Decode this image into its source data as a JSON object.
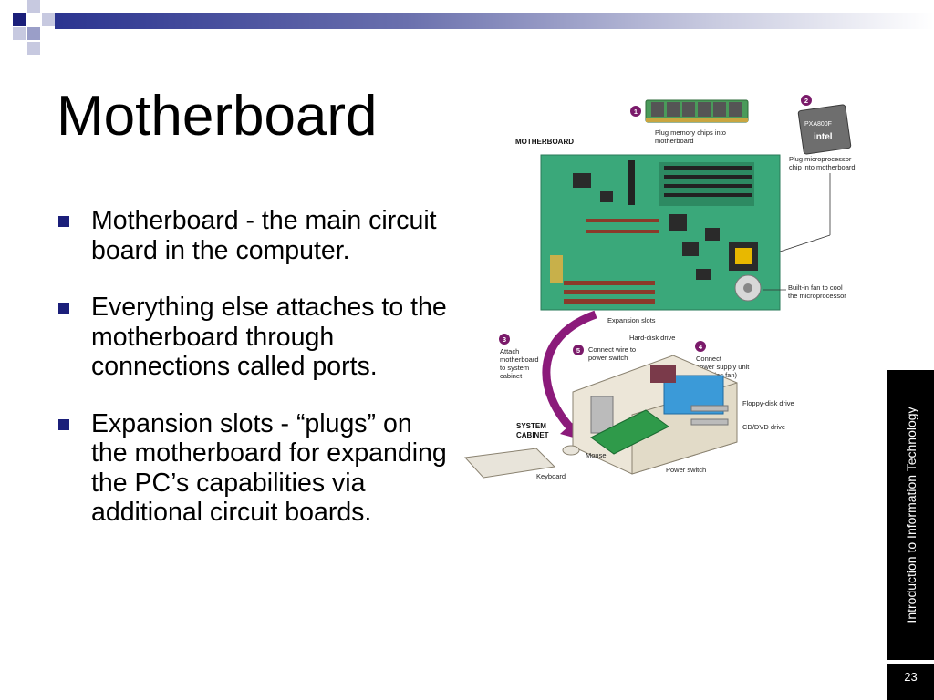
{
  "slide": {
    "title": "Motherboard",
    "bullets": [
      "Motherboard - the main circuit board in the computer.",
      "Everything else attaches to the motherboard through connections called ports.",
      "Expansion slots - “plugs” on the motherboard for expanding the PC’s capabilities via additional circuit boards."
    ],
    "sidebar_text": "Introduction to Information Technology",
    "page_number": "23"
  },
  "figure": {
    "step_numbers": [
      "1",
      "2",
      "3",
      "4",
      "5"
    ],
    "labels": {
      "motherboard": "MOTHERBOARD",
      "memory_1": "Plug memory chips into",
      "memory_2": "motherboard",
      "cpu_1": "Plug microprocessor",
      "cpu_2": "chip into motherboard",
      "chip_text_1": "PXA800F",
      "chip_text_2": "intel",
      "fan_1": "Built-in fan to cool",
      "fan_2": "the microprocessor",
      "expansion_slots": "Expansion slots",
      "hard_disk": "Hard-disk drive",
      "attach_1": "Attach",
      "attach_2": "motherboard",
      "attach_3": "to system",
      "attach_4": "cabinet",
      "power_wire_1": "Connect wire to",
      "power_wire_2": "power switch",
      "psu_1": "Connect",
      "psu_2": "power supply unit",
      "psu_3": "(includes fan)",
      "floppy": "Floppy-disk drive",
      "cddvd": "CD/DVD drive",
      "system_cabinet_1": "SYSTEM",
      "system_cabinet_2": "CABINET",
      "mouse": "Mouse",
      "keyboard": "Keyboard",
      "power_switch": "Power switch"
    }
  },
  "colors": {
    "accent": "#2b3490",
    "board_green": "#3aa87a",
    "step_circle": "#7a1a6a",
    "arrow": "#8b1a7a"
  }
}
